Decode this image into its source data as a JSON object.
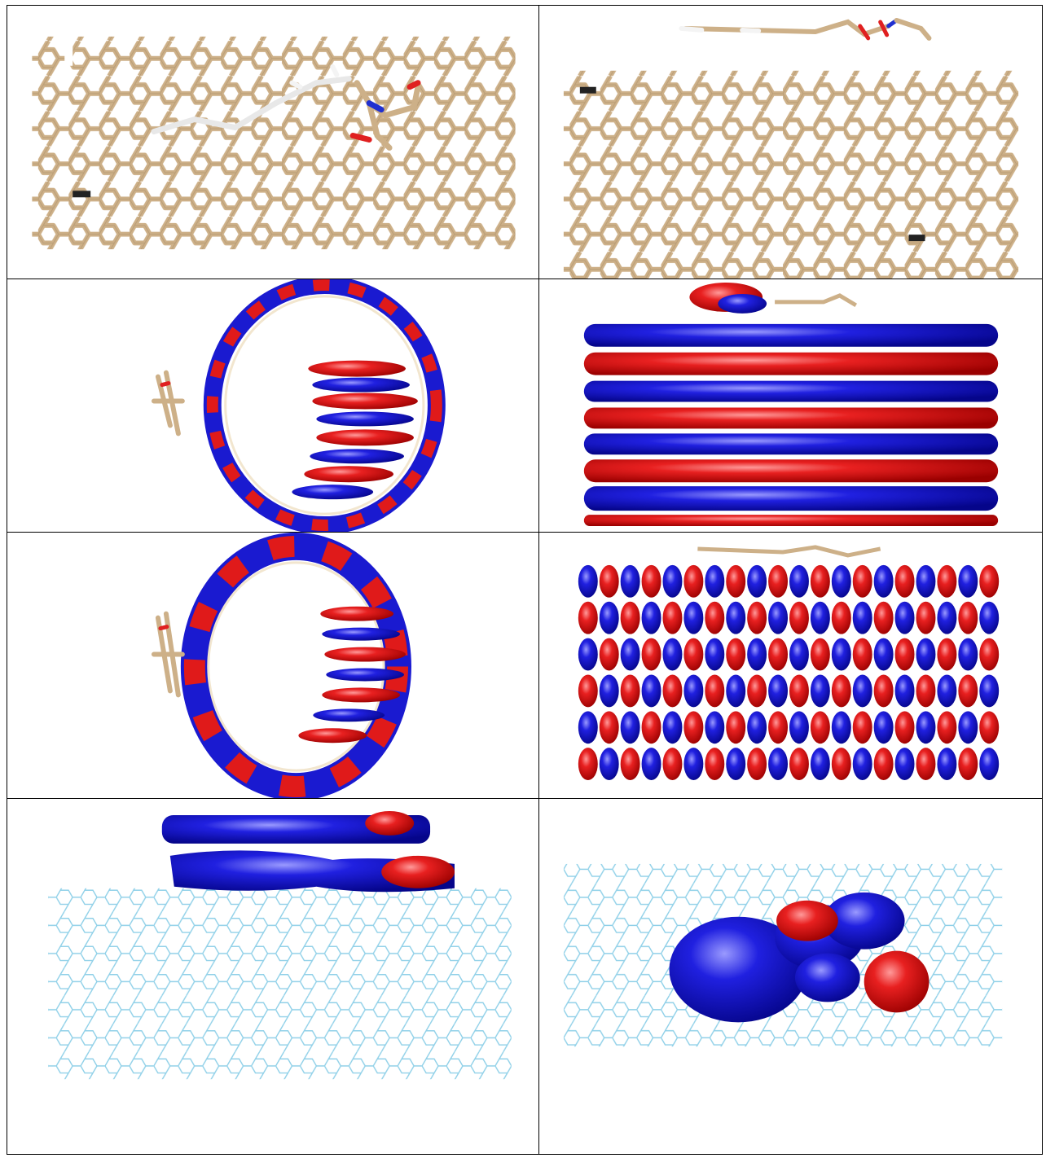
{
  "figure": {
    "rows": 4,
    "columns": 2,
    "panels": [
      {
        "row": 1,
        "col": 1,
        "content": "nanotube-stick-model-side-view-with-adsorbed-molecule"
      },
      {
        "row": 1,
        "col": 2,
        "content": "nanotube-stick-model-with-molecule-above"
      },
      {
        "row": 2,
        "col": 1,
        "content": "nanotube-end-view-orbital-isosurface"
      },
      {
        "row": 2,
        "col": 2,
        "content": "nanotube-side-view-orbital-isosurface"
      },
      {
        "row": 3,
        "col": 1,
        "content": "nanotube-end-view-orbital-isosurface"
      },
      {
        "row": 3,
        "col": 2,
        "content": "nanotube-side-view-orbital-isosurface"
      },
      {
        "row": 4,
        "col": 1,
        "content": "wireframe-nanotube-charge-density-side"
      },
      {
        "row": 4,
        "col": 2,
        "content": "wireframe-nanotube-charge-density-top"
      }
    ]
  },
  "colors": {
    "stick": "#d2b48c",
    "stick_dark": "#a58a63",
    "oxygen": "#e02020",
    "nitrogen": "#2030d0",
    "hydrogen": "#f4f4f4",
    "lobe_red": "#e01a1a",
    "lobe_blue": "#1a1ad0",
    "wire": "#8fd0e8",
    "border": "#000000"
  }
}
